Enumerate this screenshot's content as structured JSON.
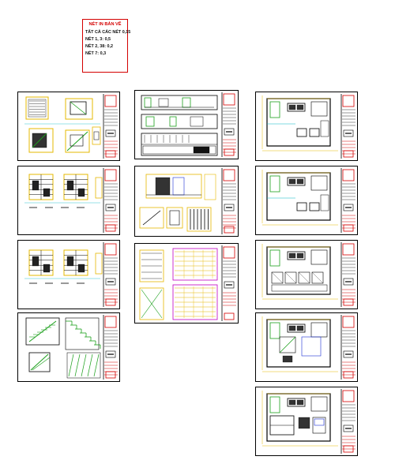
{
  "layer_note": {
    "title": "NÉT IN BẢN VẼ",
    "lines": [
      "TẤT CẢ CÁC NÉT 0,15",
      "NÉT 1, 3: 0,5",
      "NÉT 2, 38: 0,2",
      "NÉT 7: 0,3"
    ]
  },
  "colors": {
    "annotation_red": "#d40000",
    "cad_cyan": "#00b7c3",
    "cad_yellow": "#e6b800",
    "cad_green": "#1ca01c",
    "cad_blue": "#1a2fd6",
    "cad_magenta": "#c000c0",
    "cad_black": "#000000"
  }
}
